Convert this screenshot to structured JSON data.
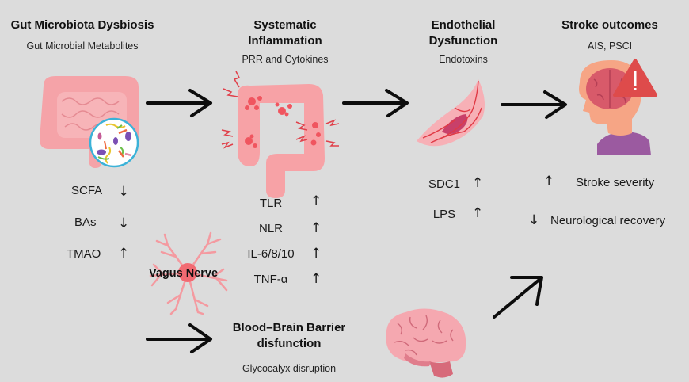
{
  "stages": [
    {
      "title": "Gut Microbiota Dysbiosis",
      "subtitle": "Gut Microbial Metabolites"
    },
    {
      "title": "Systematic Inflammation",
      "subtitle": "PRR and Cytokines"
    },
    {
      "title": "Endothelial Dysfunction",
      "subtitle": "Endotoxins"
    },
    {
      "title": "Stroke outcomes",
      "subtitle": "AIS, PSCI"
    }
  ],
  "stage_titles_lines": {
    "s1": [
      "Gut Microbiota Dysbiosis"
    ],
    "s2": [
      "Systematic",
      "Inflammation"
    ],
    "s3": [
      "Endothelial",
      "Dysfunction"
    ],
    "s4": [
      "Stroke outcomes"
    ]
  },
  "metabolites": [
    {
      "label": "SCFA",
      "direction": "↓"
    },
    {
      "label": "BAs",
      "direction": "↓"
    },
    {
      "label": "TMAO",
      "direction": "↑"
    }
  ],
  "inflammation_markers": [
    {
      "label": "TLR",
      "direction": "↑"
    },
    {
      "label": "NLR",
      "direction": "↑"
    },
    {
      "label": "IL-6/8/10",
      "direction": "↑"
    },
    {
      "label": "TNF-α",
      "direction": "↑"
    }
  ],
  "endothelial_markers": [
    {
      "label": "SDC1",
      "direction": "↑"
    },
    {
      "label": "LPS",
      "direction": "↑"
    }
  ],
  "outcomes": [
    {
      "label": "Stroke severity",
      "direction": "↑"
    },
    {
      "label": "Neurological recovery",
      "direction": "↓"
    }
  ],
  "vagus": {
    "label": "Vagus Nerve"
  },
  "bbb": {
    "title_lines": [
      "Blood–Brain Barrier",
      "disfunction"
    ],
    "subtitle": "Glycocalyx disruption"
  },
  "icons": [
    "intestine-icon",
    "microbes-icon",
    "inflamed-intestine-icon",
    "blood-vessel-icon",
    "head-brain-warning-icon",
    "neuron-icon",
    "brain-icon",
    "arrow-right-icon",
    "arrow-diagonal-icon"
  ],
  "colors": {
    "background": "#dcdcdc",
    "pink": "#f5a3a8",
    "inflamed": "#f0555f",
    "skin": "#f6a585",
    "purple": "#9b5aa0",
    "warning": "#de4b4b"
  }
}
